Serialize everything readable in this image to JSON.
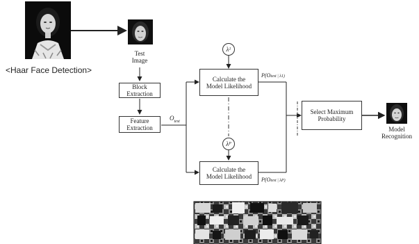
{
  "caption": "<Haar Face Detection>",
  "test_image_label": [
    "Test",
    "Image"
  ],
  "block_extraction": [
    "Block",
    "Extraction"
  ],
  "feature_extraction": [
    "Feature",
    "Extraction"
  ],
  "observation_symbol": "O",
  "observation_subscript": "test",
  "model_likelihood_top": [
    "Calculate the",
    "Model Likelihood"
  ],
  "model_likelihood_bottom": [
    "Calculate the",
    "Model Likelihood"
  ],
  "lambda_top": "λ",
  "lambda_top_sub": "1",
  "lambda_bottom": "λ",
  "lambda_bottom_sub": "P",
  "prob_top": "P(O",
  "prob_top_rest": "test | λ1)",
  "prob_bottom": "P(O",
  "prob_bottom_rest": "test | λP)",
  "select_max": [
    "Select Maximum",
    "Probability"
  ],
  "model_recognition": [
    "Model",
    "Recognition"
  ]
}
